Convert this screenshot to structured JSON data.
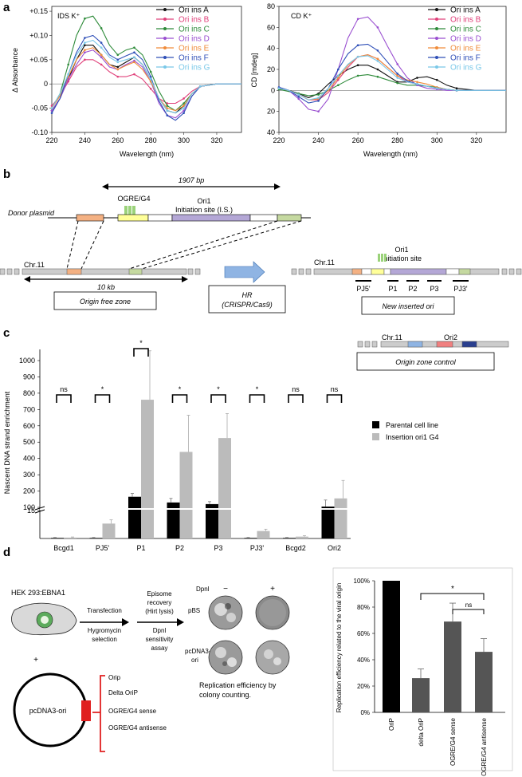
{
  "panels": {
    "a": "a",
    "b": "b",
    "c": "c",
    "d": "d"
  },
  "colors": {
    "A": "#111111",
    "B": "#e0407a",
    "C": "#2e8b3a",
    "D": "#9a4fd0",
    "E": "#f08c3a",
    "F": "#3050b8",
    "G": "#7ac8e8",
    "parental": "#000000",
    "insertion": "#bbbbbb",
    "barD": "#555555"
  },
  "chart_data": [
    {
      "type": "line",
      "title": "IDS K⁺",
      "xlabel": "Wavelength (nm)",
      "ylabel": "Δ Absorbance",
      "xlim": [
        220,
        335
      ],
      "ylim": [
        -0.1,
        0.16
      ],
      "xticks": [
        "220",
        "240",
        "260",
        "280",
        "300",
        "320"
      ],
      "yticks": [
        "+0.15",
        "+0.10",
        "+0.05",
        "0",
        "-0.05",
        "-0.10"
      ],
      "x": [
        220,
        225,
        230,
        235,
        240,
        245,
        250,
        255,
        260,
        265,
        270,
        275,
        280,
        285,
        290,
        295,
        300,
        305,
        310,
        320,
        335
      ],
      "series": [
        {
          "name": "Ori ins A",
          "values": [
            -0.055,
            -0.03,
            0.01,
            0.05,
            0.08,
            0.08,
            0.06,
            0.04,
            0.035,
            0.045,
            0.055,
            0.04,
            0.01,
            -0.03,
            -0.055,
            -0.06,
            -0.045,
            -0.02,
            -0.005,
            0.0,
            0.0
          ]
        },
        {
          "name": "Ori ins B",
          "values": [
            -0.045,
            -0.025,
            0.005,
            0.035,
            0.05,
            0.05,
            0.04,
            0.025,
            0.015,
            0.015,
            0.02,
            0.01,
            -0.01,
            -0.03,
            -0.04,
            -0.04,
            -0.03,
            -0.015,
            -0.005,
            0.0,
            0.0
          ]
        },
        {
          "name": "Ori ins C",
          "values": [
            -0.05,
            -0.02,
            0.04,
            0.1,
            0.135,
            0.14,
            0.115,
            0.08,
            0.06,
            0.07,
            0.075,
            0.06,
            0.025,
            -0.015,
            -0.045,
            -0.055,
            -0.04,
            -0.02,
            -0.005,
            0.0,
            0.0
          ]
        },
        {
          "name": "Ori ins D",
          "values": [
            -0.055,
            -0.03,
            0.01,
            0.04,
            0.065,
            0.07,
            0.055,
            0.035,
            0.03,
            0.04,
            0.048,
            0.035,
            0.005,
            -0.04,
            -0.065,
            -0.07,
            -0.055,
            -0.025,
            -0.005,
            0.0,
            0.0
          ]
        },
        {
          "name": "Ori ins E",
          "values": [
            -0.05,
            -0.025,
            0.015,
            0.05,
            0.07,
            0.075,
            0.06,
            0.04,
            0.03,
            0.038,
            0.045,
            0.03,
            0.005,
            -0.03,
            -0.05,
            -0.055,
            -0.045,
            -0.02,
            -0.005,
            0.0,
            0.0
          ]
        },
        {
          "name": "Ori ins F",
          "values": [
            -0.06,
            -0.03,
            0.02,
            0.065,
            0.095,
            0.1,
            0.085,
            0.06,
            0.05,
            0.058,
            0.065,
            0.05,
            0.015,
            -0.035,
            -0.065,
            -0.075,
            -0.06,
            -0.025,
            -0.005,
            0.0,
            0.0
          ]
        },
        {
          "name": "Ori ins G",
          "values": [
            -0.05,
            -0.02,
            0.02,
            0.06,
            0.085,
            0.09,
            0.075,
            0.055,
            0.045,
            0.05,
            0.055,
            0.04,
            0.01,
            -0.03,
            -0.055,
            -0.06,
            -0.05,
            -0.02,
            -0.005,
            0.0,
            0.0
          ]
        }
      ]
    },
    {
      "type": "line",
      "title": "CD K⁺",
      "xlabel": "Wavelength (nm)",
      "ylabel": "CD [mdeg]",
      "xlim": [
        220,
        335
      ],
      "ylim": [
        -40,
        80
      ],
      "xticks": [
        "220",
        "240",
        "260",
        "280",
        "300",
        "320"
      ],
      "yticks": [
        "80",
        "60",
        "40",
        "20",
        "0",
        "20",
        "40"
      ],
      "x": [
        220,
        225,
        230,
        235,
        240,
        245,
        250,
        255,
        260,
        265,
        270,
        275,
        280,
        285,
        290,
        295,
        300,
        305,
        310,
        320,
        335
      ],
      "series": [
        {
          "name": "Ori ins A",
          "values": [
            2,
            0,
            -3,
            -7,
            -3,
            6,
            14,
            20,
            24,
            24,
            20,
            14,
            8,
            8,
            12,
            13,
            10,
            5,
            2,
            0,
            0
          ]
        },
        {
          "name": "Ori ins B",
          "values": [
            2,
            0,
            -4,
            -9,
            -9,
            -2,
            10,
            22,
            32,
            34,
            30,
            22,
            14,
            8,
            6,
            4,
            2,
            1,
            0,
            0,
            0
          ]
        },
        {
          "name": "Ori ins C",
          "values": [
            1,
            -1,
            -3,
            -5,
            -4,
            0,
            5,
            10,
            14,
            15,
            13,
            10,
            7,
            5,
            5,
            4,
            3,
            1,
            0,
            0,
            0
          ]
        },
        {
          "name": "Ori ins D",
          "values": [
            3,
            0,
            -8,
            -18,
            -20,
            -8,
            20,
            50,
            68,
            70,
            60,
            42,
            25,
            12,
            5,
            2,
            1,
            0,
            0,
            0,
            0
          ]
        },
        {
          "name": "Ori ins E",
          "values": [
            2,
            0,
            -4,
            -9,
            -8,
            0,
            12,
            24,
            32,
            34,
            30,
            22,
            14,
            10,
            8,
            6,
            3,
            1,
            0,
            0,
            0
          ]
        },
        {
          "name": "Ori ins F",
          "values": [
            3,
            0,
            -6,
            -12,
            -10,
            2,
            20,
            35,
            43,
            44,
            38,
            27,
            16,
            9,
            6,
            4,
            2,
            1,
            0,
            0,
            0
          ]
        },
        {
          "name": "Ori ins G",
          "values": [
            2,
            0,
            -4,
            -9,
            -7,
            2,
            14,
            25,
            32,
            33,
            28,
            20,
            12,
            8,
            6,
            4,
            2,
            1,
            0,
            0,
            0
          ]
        }
      ]
    },
    {
      "type": "bar",
      "ylabel": "Nascent DNA strand enrichment",
      "yticks": [
        "15",
        "100",
        "200",
        "300",
        "400",
        "500",
        "600",
        "700",
        "800",
        "900",
        "1000"
      ],
      "categories": [
        "Bcgd1",
        "PJ5'",
        "P1",
        "P2",
        "P3",
        "PJ3'",
        "Bcgd2",
        "Ori2"
      ],
      "series": [
        {
          "name": "Parental cell line",
          "values": [
            0.3,
            0.3,
            165,
            130,
            120,
            0.3,
            0.3,
            105
          ],
          "errors": [
            0.2,
            0.2,
            20,
            25,
            15,
            0.2,
            0.2,
            40
          ]
        },
        {
          "name": "Insertion ori1 G4",
          "values": [
            0.5,
            8,
            760,
            440,
            525,
            4,
            1,
            155
          ],
          "errors": [
            0.3,
            2,
            300,
            225,
            150,
            1,
            0.5,
            110
          ]
        }
      ],
      "significance": [
        "ns",
        "*",
        "*",
        "*",
        "*",
        "*",
        "ns",
        "ns"
      ]
    },
    {
      "type": "bar",
      "ylabel": "Replication efficiency related to the viral origin",
      "yticks": [
        "0%",
        "20%",
        "40%",
        "60%",
        "80%",
        "100%"
      ],
      "categories": [
        "OriP",
        "delta OriP",
        "OGRE/G4 sense",
        "OGRE/G4 antisense"
      ],
      "values": [
        100,
        26,
        69,
        46
      ],
      "errors": [
        0,
        7,
        14,
        10
      ],
      "significance": [
        "*",
        "ns"
      ]
    }
  ],
  "b": {
    "span_label": "1907 bp",
    "ogre": "OGRE/G4",
    "ori1": "Ori1",
    "initiation": "Initiation site (I.S.)",
    "donor": "Donor plasmid",
    "chr": "Chr.11",
    "kb": "10 kb",
    "free_zone": "Origin free zone",
    "hr": "HR",
    "hr2": "(CRISPR/Cas9)",
    "chr_r": "Chr.11",
    "ori1_r": "Ori1",
    "init_r": "Initiation site",
    "primers": [
      "PJ5'",
      "P1",
      "P2",
      "P3",
      "PJ3'"
    ],
    "new_ori": "New inserted ori",
    "chr_c": "Chr.11",
    "ori2": "Ori2",
    "zone_control": "Origin zone control"
  },
  "d": {
    "cell": "HEK 293:EBNA1",
    "transfection": "Transfection",
    "hygro": "Hygromycin",
    "selection": "selection",
    "episome": "Episome",
    "recovery": "recovery",
    "hirt": "(Hirt lysis)",
    "dpn_sens": "Dpnl",
    "sensitivity": "sensitivity",
    "assay": "assay",
    "dpnl": "Dpnl",
    "minus": "−",
    "plus": "+",
    "pbs": "pBS",
    "pcdna": "pcDNA3-",
    "ori_suffix": "ori",
    "repl1": "Replication efficiency by",
    "repl2": "colony counting.",
    "plus_sign": "+",
    "plasmid": "pcDNA3-ori",
    "inserts": [
      "Orip",
      "Delta OriP",
      "OGRE/G4 sense",
      "OGRE/G4 antisense"
    ]
  }
}
